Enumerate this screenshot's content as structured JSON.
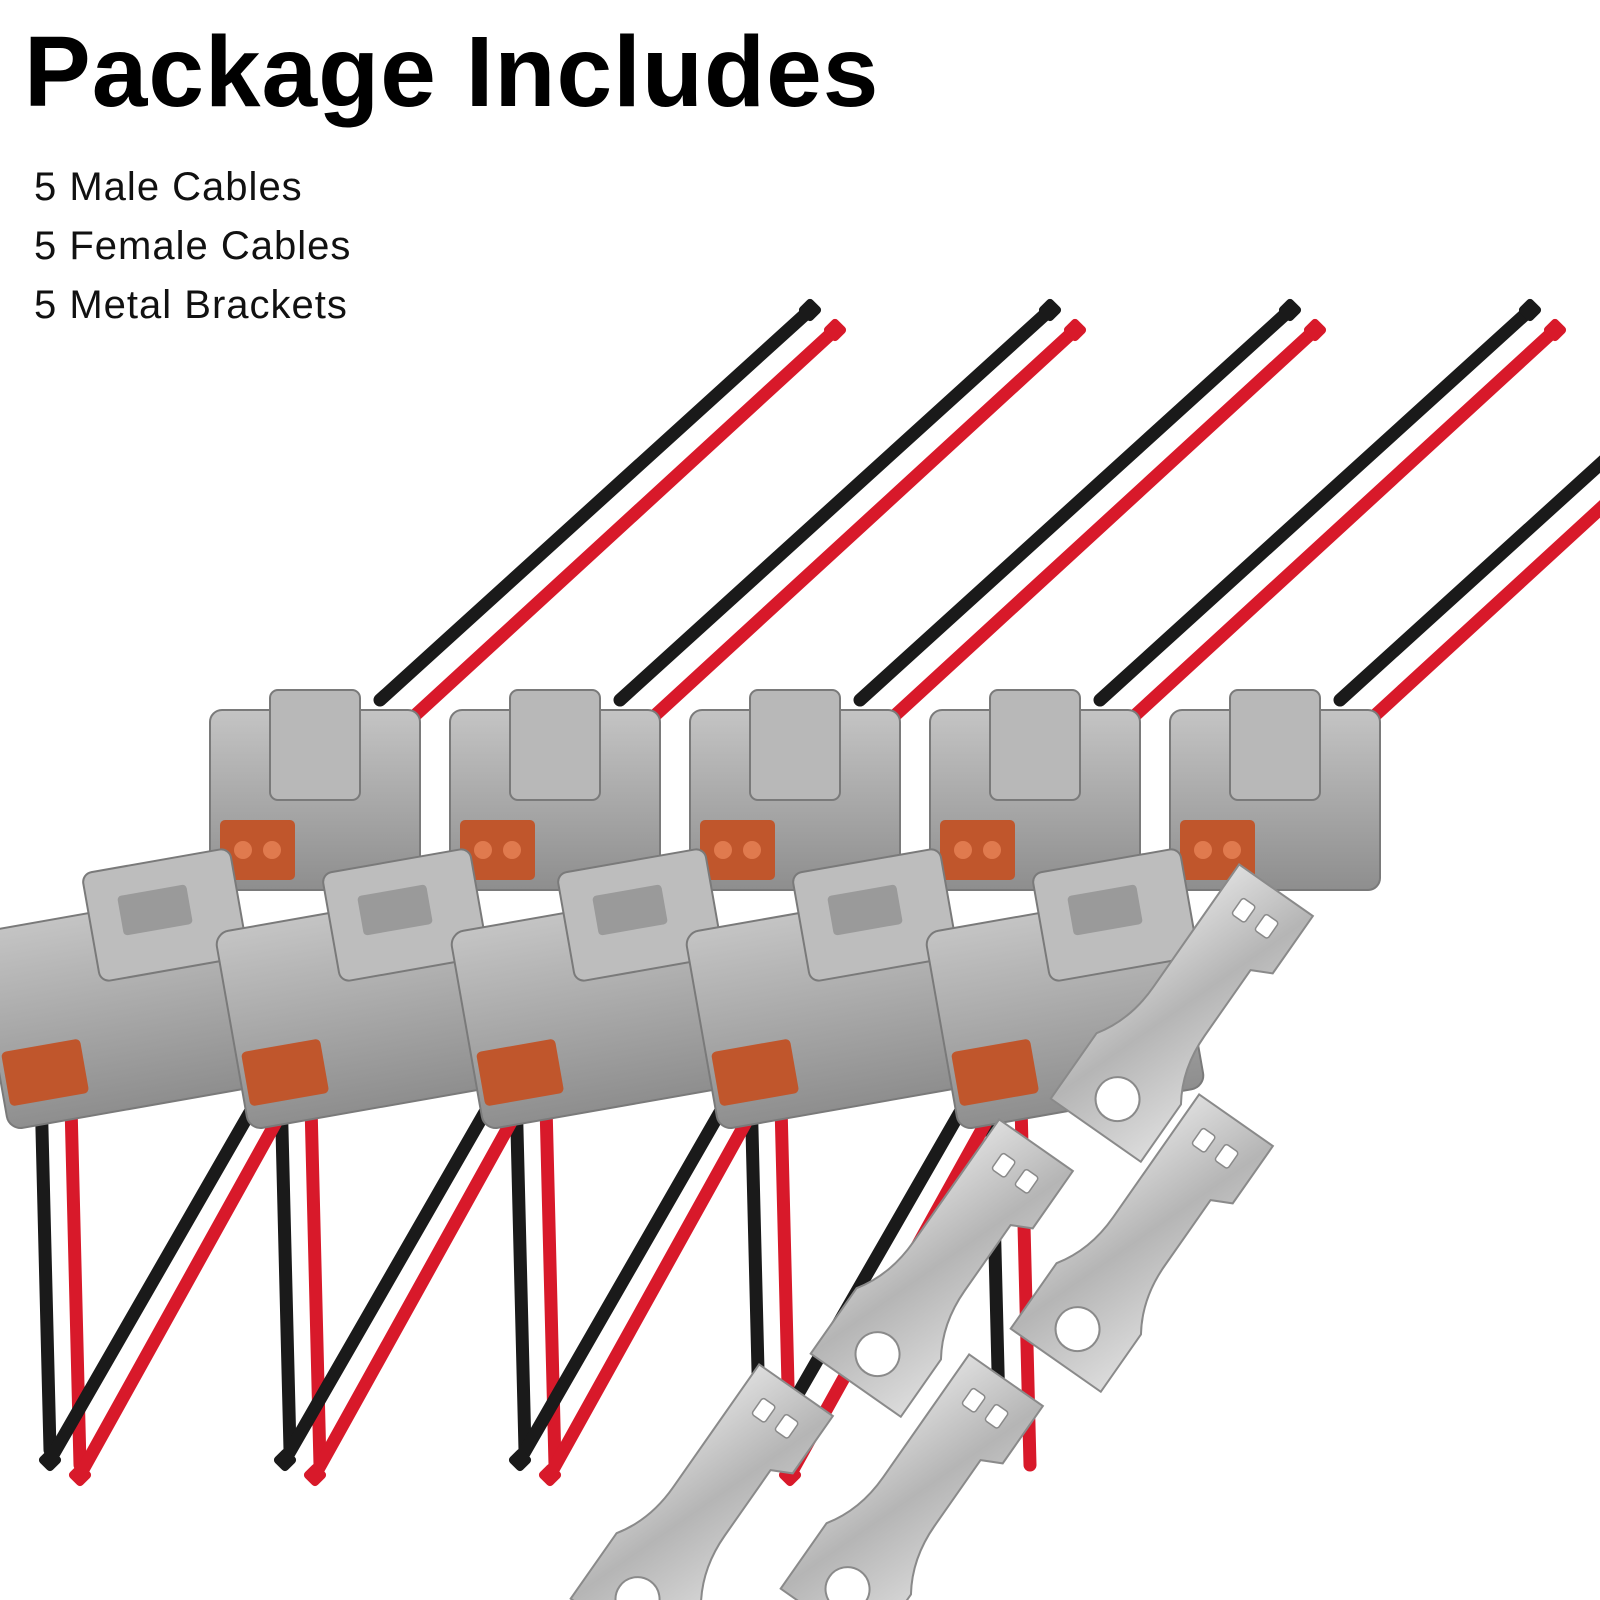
{
  "title": "Package Includes",
  "items": [
    "5 Male Cables",
    "5 Female Cables",
    "5 Metal Brackets"
  ],
  "colors": {
    "wire_black": "#1a1a1a",
    "wire_red": "#d8192a",
    "housing_gray": "#a9a9a9",
    "insert_orange": "#c0562c",
    "bracket_silver": "#c9c9c9"
  },
  "counts": {
    "male_cables": 5,
    "female_cables": 5,
    "metal_brackets": 5
  }
}
